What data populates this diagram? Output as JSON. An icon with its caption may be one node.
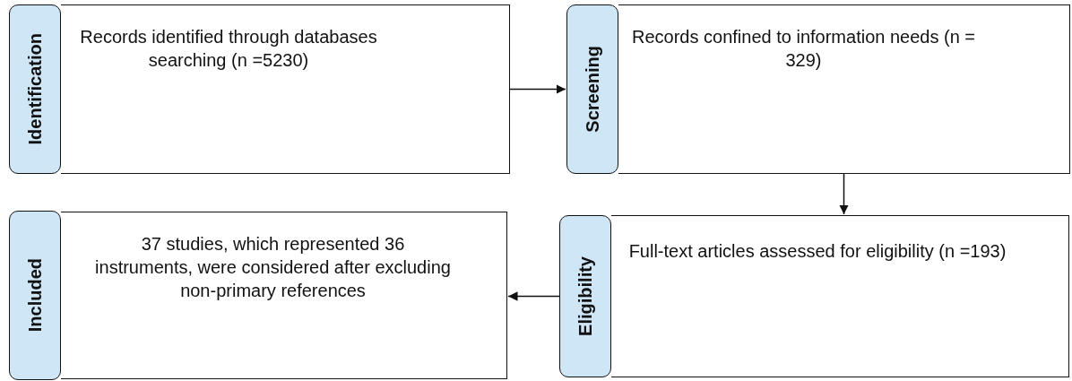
{
  "diagram": {
    "nodes": [
      {
        "text": [
          "Identification"
        ]
      },
      {
        "text": [
          "Records identified through databases searching (n =5230)"
        ]
      },
      {
        "text": [
          "Screening"
        ]
      },
      {
        "text": [
          "Records confined to information needs (n = 329)"
        ]
      },
      {
        "text": [
          "Included"
        ]
      },
      {
        "text": [
          "37 studies, which represented 36 instruments, were considered after excluding non-primary references"
        ]
      },
      {
        "text": [
          "Eligibility"
        ]
      },
      {
        "text": [
          "Full-text articles assessed for eligibility (n =193)"
        ]
      }
    ],
    "edges": [
      {
        "from": 1,
        "to": 2,
        "arrow": "to"
      },
      {
        "from": 3,
        "to": 7,
        "arrow": "to"
      },
      {
        "from": 6,
        "to": 5,
        "arrow": "to"
      }
    ]
  }
}
